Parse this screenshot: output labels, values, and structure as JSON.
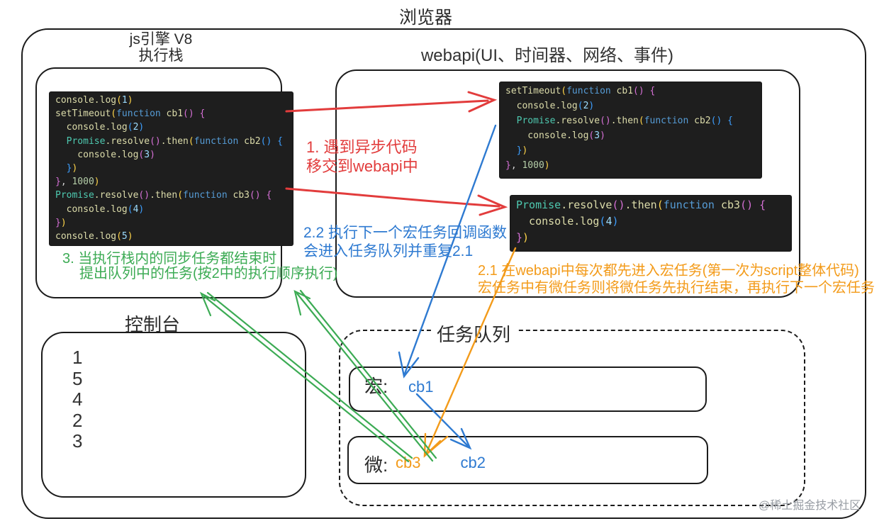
{
  "title": "浏览器",
  "stack": {
    "label_line1": "js引擎 V8",
    "label_line2": "执行栈"
  },
  "webapi": {
    "header": "webapi(UI、时间器、网络、事件)"
  },
  "annotations": {
    "red": {
      "line1": "1. 遇到异步代码",
      "line2": "移交到webapi中"
    },
    "blue": {
      "line1": "2.2 执行下一个宏任务回调函数",
      "line2": "会进入任务队列并重复2.1"
    },
    "orange": {
      "line1": "2.1 在webapi中每次都先进入宏任务(第一次为script整体代码)",
      "line2": "宏任务中有微任务则将微任务先执行结束，再执行下一个宏任务"
    },
    "green": {
      "line1": "3. 当执行栈内的同步任务都结束时",
      "line2": "提出队列中的任务(按2中的执行顺序执行)"
    }
  },
  "console_panel": {
    "label": "控制台",
    "output": [
      "1",
      "5",
      "4",
      "2",
      "3"
    ]
  },
  "task_queue": {
    "label": "任务队列",
    "macro_label": "宏:",
    "micro_label": "微:",
    "macro_items": [
      {
        "text": "cb1",
        "color": "blue"
      }
    ],
    "micro_items": [
      {
        "text": "cb3",
        "color": "orange"
      },
      {
        "text": "cb2",
        "color": "blue"
      }
    ]
  },
  "watermark": "@稀土掘金技术社区",
  "colors": {
    "red_arrow": "#e23c3c",
    "blue_arrow": "#2e7ad1",
    "green_arrow": "#3cab54",
    "orange_arrow": "#f39b1a",
    "code_background": "#1e1e1e",
    "border": "#1b1b1b"
  },
  "code_blocks": {
    "stack_code": {
      "lines": [
        [
          [
            "console.log",
            "y"
          ],
          [
            "(",
            "gold"
          ],
          [
            "1",
            "num"
          ],
          [
            ")",
            "gold"
          ]
        ],
        [
          [
            "setTimeout",
            "y"
          ],
          [
            "(",
            "gold"
          ],
          [
            "function",
            "kw"
          ],
          [
            " cb1",
            "y"
          ],
          [
            "()",
            "pink"
          ],
          [
            " {",
            "pink"
          ]
        ],
        [
          [
            "  console.log",
            "y"
          ],
          [
            "(",
            "blu"
          ],
          [
            "2",
            "num"
          ],
          [
            ")",
            "blu"
          ]
        ],
        [
          [
            "  Promise",
            "teal"
          ],
          [
            ".resolve",
            "y"
          ],
          [
            "()",
            "pink"
          ],
          [
            ".then",
            "y"
          ],
          [
            "(",
            "gold"
          ],
          [
            "function",
            "kw"
          ],
          [
            " cb2",
            "y"
          ],
          [
            "()",
            "blu"
          ],
          [
            " {",
            "blu"
          ]
        ],
        [
          [
            "    console.log",
            "y"
          ],
          [
            "(",
            "pink"
          ],
          [
            "3",
            "num"
          ],
          [
            ")",
            "pink"
          ]
        ],
        [
          [
            "  }",
            "blu"
          ],
          [
            ")",
            "gold"
          ]
        ],
        [
          [
            "}",
            "pink"
          ],
          [
            ", ",
            "w"
          ],
          [
            "1000",
            "num2"
          ],
          [
            ")",
            "gold"
          ]
        ],
        [
          [
            "Promise",
            "teal"
          ],
          [
            ".resolve",
            "y"
          ],
          [
            "()",
            "pink"
          ],
          [
            ".then",
            "y"
          ],
          [
            "(",
            "gold"
          ],
          [
            "function",
            "kw"
          ],
          [
            " cb3",
            "y"
          ],
          [
            "()",
            "pink"
          ],
          [
            " {",
            "pink"
          ]
        ],
        [
          [
            "  console.log",
            "y"
          ],
          [
            "(",
            "blu"
          ],
          [
            "4",
            "num"
          ],
          [
            ")",
            "blu"
          ]
        ],
        [
          [
            "}",
            "pink"
          ],
          [
            ")",
            "gold"
          ]
        ],
        [
          [
            "console.log",
            "y"
          ],
          [
            "(",
            "gold"
          ],
          [
            "5",
            "num"
          ],
          [
            ")",
            "gold"
          ]
        ]
      ]
    },
    "webapi_settimeout": {
      "lines": [
        [
          [
            "setTimeout",
            "y"
          ],
          [
            "(",
            "gold"
          ],
          [
            "function",
            "kw"
          ],
          [
            " cb1",
            "y"
          ],
          [
            "()",
            "pink"
          ],
          [
            " {",
            "pink"
          ]
        ],
        [
          [
            "  console.log",
            "y"
          ],
          [
            "(",
            "blu"
          ],
          [
            "2",
            "num"
          ],
          [
            ")",
            "blu"
          ]
        ],
        [
          [
            "  Promise",
            "teal"
          ],
          [
            ".resolve",
            "y"
          ],
          [
            "()",
            "pink"
          ],
          [
            ".then",
            "y"
          ],
          [
            "(",
            "gold"
          ],
          [
            "function",
            "kw"
          ],
          [
            " cb2",
            "y"
          ],
          [
            "()",
            "blu"
          ],
          [
            " {",
            "blu"
          ]
        ],
        [
          [
            "    console.log",
            "y"
          ],
          [
            "(",
            "pink"
          ],
          [
            "3",
            "num"
          ],
          [
            ")",
            "pink"
          ]
        ],
        [
          [
            "  }",
            "blu"
          ],
          [
            ")",
            "gold"
          ]
        ],
        [
          [
            "}",
            "pink"
          ],
          [
            ", ",
            "w"
          ],
          [
            "1000",
            "num2"
          ],
          [
            ")",
            "gold"
          ]
        ]
      ]
    },
    "webapi_promise": {
      "lines": [
        [
          [
            "Promise",
            "teal"
          ],
          [
            ".resolve",
            "y"
          ],
          [
            "()",
            "pink"
          ],
          [
            ".then",
            "y"
          ],
          [
            "(",
            "gold"
          ],
          [
            "function",
            "kw"
          ],
          [
            " cb3",
            "y"
          ],
          [
            "()",
            "pink"
          ],
          [
            " {",
            "pink"
          ]
        ],
        [
          [
            "  console.log",
            "y"
          ],
          [
            "(",
            "blu"
          ],
          [
            "4",
            "num"
          ],
          [
            ")",
            "blu"
          ]
        ],
        [
          [
            "}",
            "pink"
          ],
          [
            ")",
            "gold"
          ]
        ]
      ]
    }
  }
}
